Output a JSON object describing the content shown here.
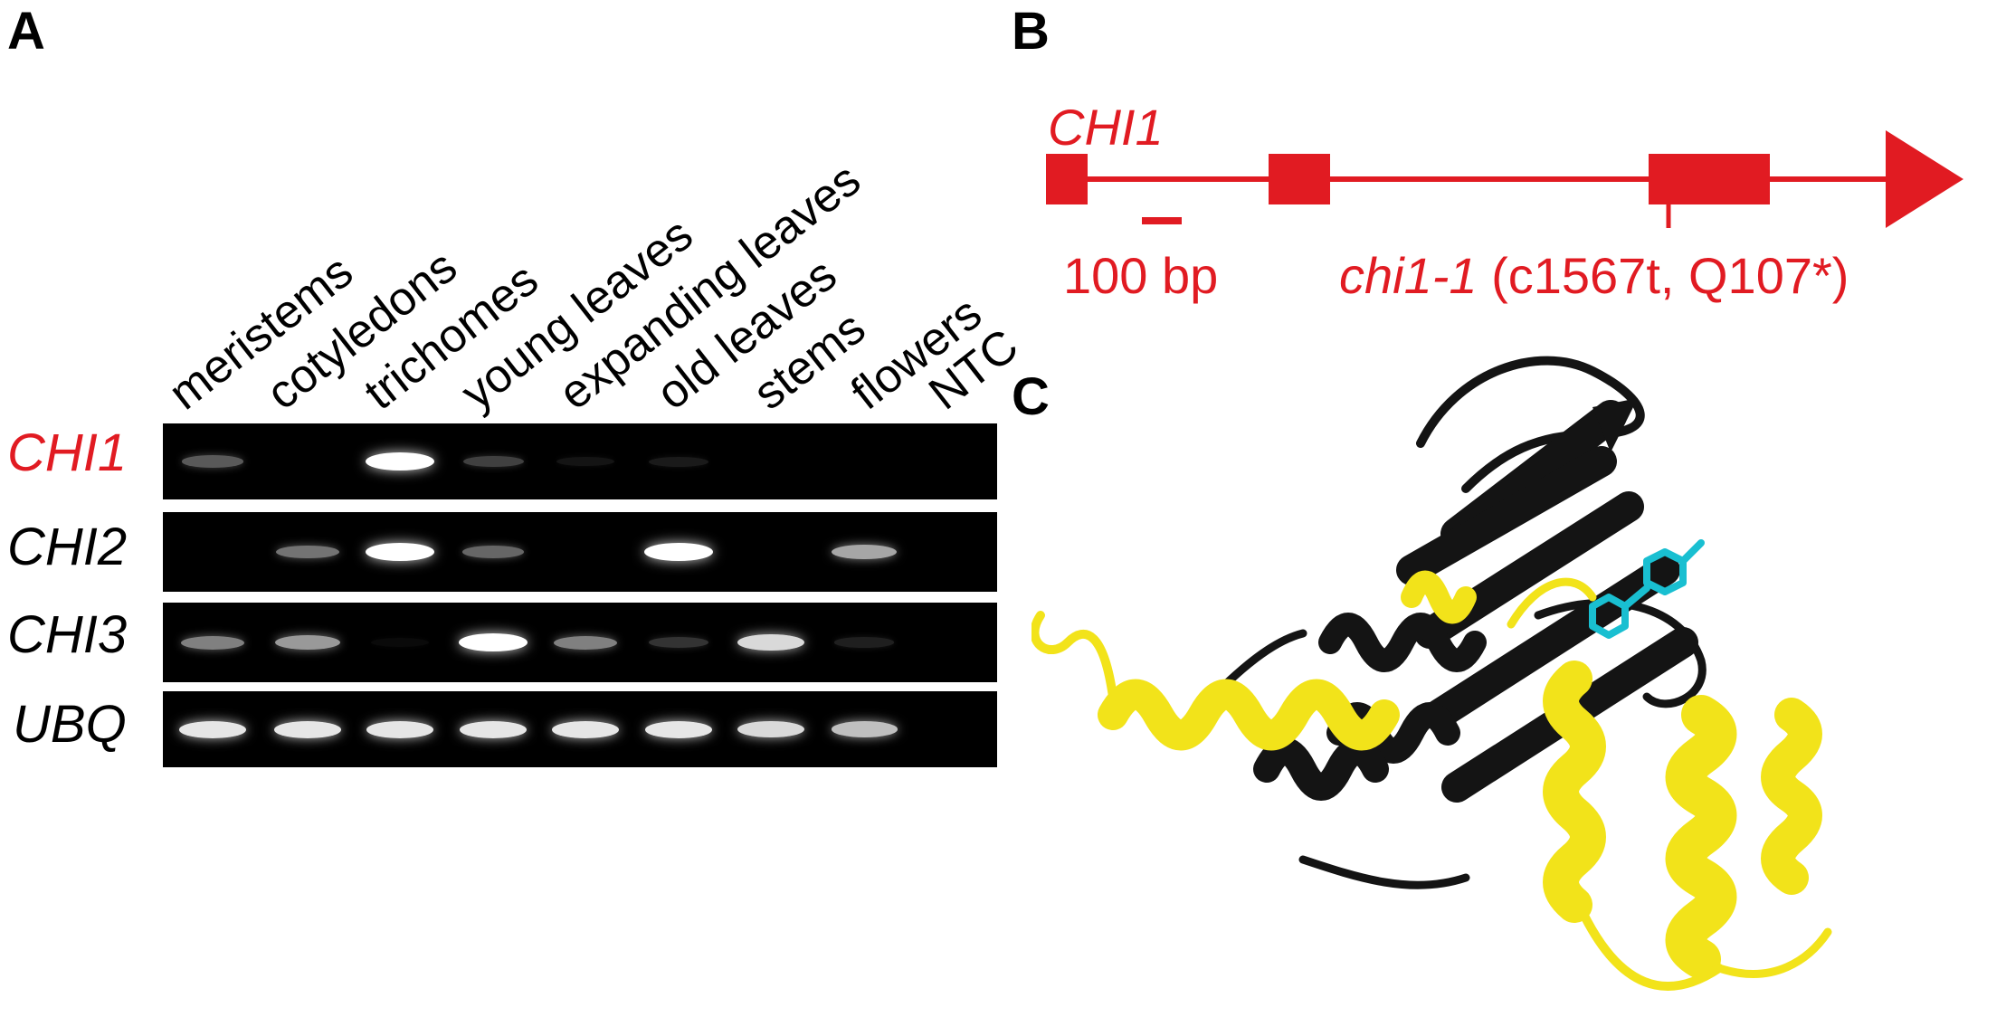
{
  "panels": {
    "a": "A",
    "b": "B",
    "c": "C"
  },
  "lanes": [
    "meristems",
    "cotyledons",
    "trichomes",
    "young leaves",
    "expanding leaves",
    "old leaves",
    "stems",
    "flowers",
    "NTC"
  ],
  "genes": [
    {
      "name": "CHI1",
      "color": "#e11b22",
      "bands": [
        0.35,
        0,
        1.0,
        0.25,
        0.08,
        0.1,
        0,
        0,
        0
      ]
    },
    {
      "name": "CHI2",
      "color": "#000000",
      "bands": [
        0,
        0.45,
        1.0,
        0.4,
        0,
        1.0,
        0,
        0.65,
        0
      ]
    },
    {
      "name": "CHI3",
      "color": "#000000",
      "bands": [
        0.5,
        0.6,
        0.04,
        1.0,
        0.5,
        0.2,
        0.85,
        0.12,
        0
      ]
    },
    {
      "name": "UBQ",
      "color": "#000000",
      "bands": [
        0.9,
        0.9,
        0.9,
        0.9,
        0.9,
        0.9,
        0.85,
        0.75,
        0
      ]
    }
  ],
  "gene_model": {
    "gene_name": "CHI1",
    "scale_label": "100 bp",
    "mutation_name": "chi1-1",
    "mutation_detail": " (c1567t, Q107*)"
  },
  "colors": {
    "red": "#e11b22",
    "yellow": "#f2e31a",
    "black": "#141414",
    "cyan": "#19bfd1"
  }
}
